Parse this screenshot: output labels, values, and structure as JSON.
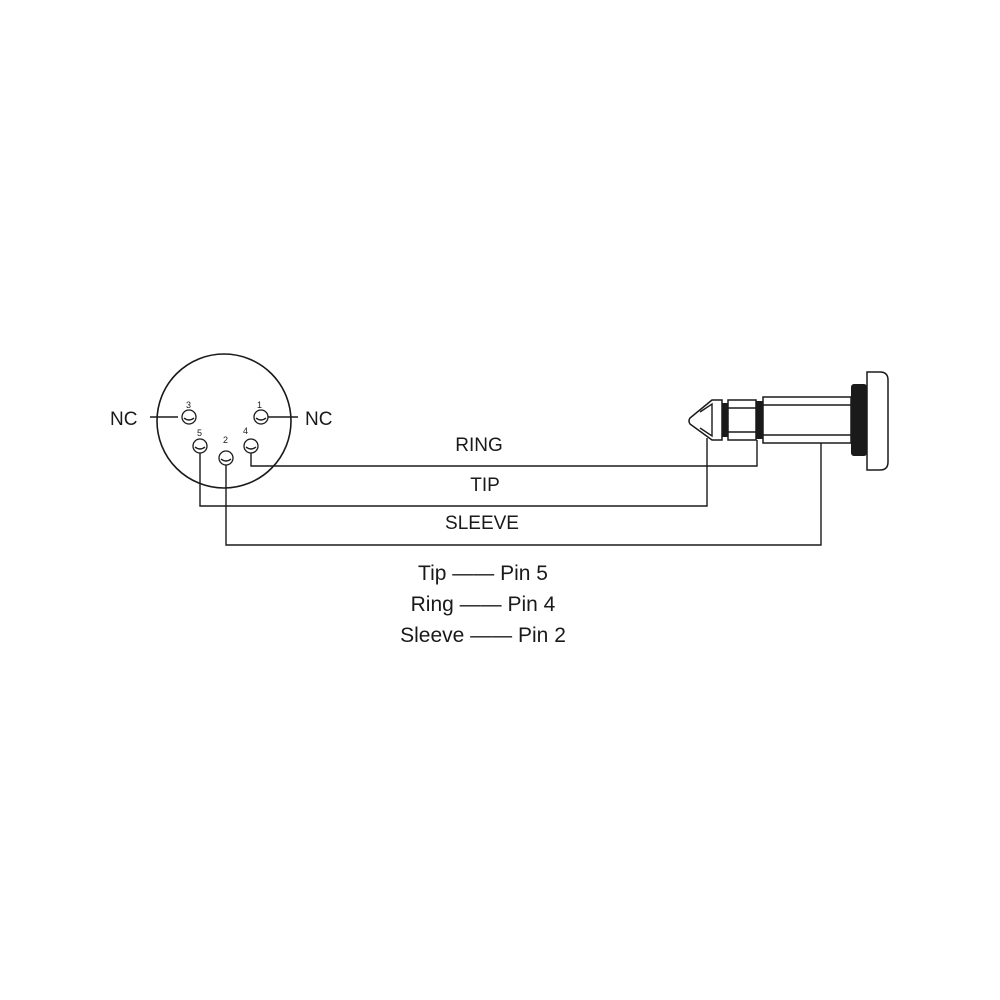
{
  "connector": {
    "nc_left": "NC",
    "nc_right": "NC",
    "pins": [
      {
        "id": "pin-3",
        "label": "3"
      },
      {
        "id": "pin-1",
        "label": "1"
      },
      {
        "id": "pin-5",
        "label": "5"
      },
      {
        "id": "pin-4",
        "label": "4"
      },
      {
        "id": "pin-2",
        "label": "2"
      }
    ]
  },
  "wires": {
    "ring": "RING",
    "tip": "TIP",
    "sleeve": "SLEEVE"
  },
  "legend": [
    {
      "text": "Tip —— Pin  5"
    },
    {
      "text": "Ring  —— Pin  4"
    },
    {
      "text": "Sleeve  —— Pin  2"
    }
  ]
}
